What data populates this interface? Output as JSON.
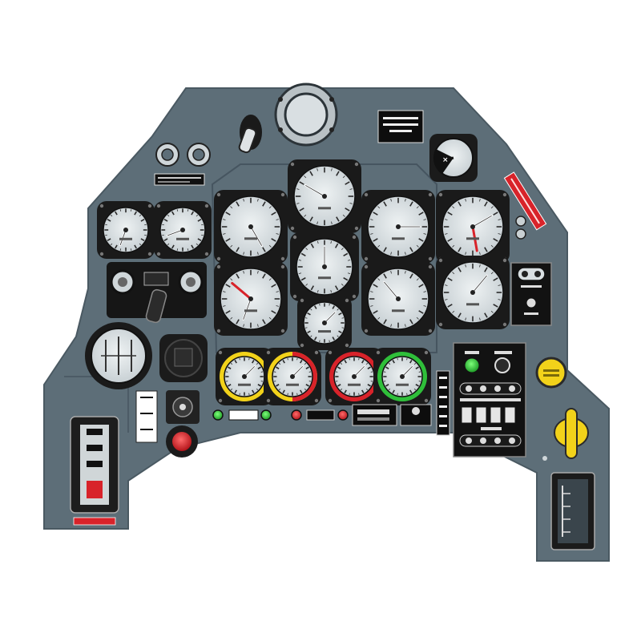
{
  "colors": {
    "panel": "#5d6e78",
    "panel_edge": "#4a5962",
    "gauge_face": "#d9dfe2",
    "gauge_bezel": "#151515",
    "warning_red": "#d8232a",
    "yellow": "#f2d21a",
    "green": "#2fbf3a"
  },
  "placards": {
    "top_right": "",
    "warning_strip": "",
    "left_nameplate": "",
    "bottom_left": "",
    "center_left": "",
    "center_right": "",
    "switch_box": ""
  },
  "gauges": [
    {
      "id": "clock",
      "icon": "clock-icon"
    },
    {
      "id": "turn-bank",
      "icon": "turn-bank-icon"
    },
    {
      "id": "airspeed",
      "icon": "airspeed-icon"
    },
    {
      "id": "artificial-horizon",
      "icon": "horizon-icon"
    },
    {
      "id": "altimeter",
      "icon": "altimeter-icon"
    },
    {
      "id": "compass",
      "icon": "compass-icon"
    },
    {
      "id": "vertical-speed",
      "icon": "vsi-icon"
    },
    {
      "id": "boost",
      "icon": "boost-icon"
    },
    {
      "id": "rpm",
      "icon": "rpm-icon"
    },
    {
      "id": "oil-temp",
      "icon": "oil-temp-icon"
    },
    {
      "id": "coolant-temp",
      "icon": "coolant-icon"
    }
  ]
}
